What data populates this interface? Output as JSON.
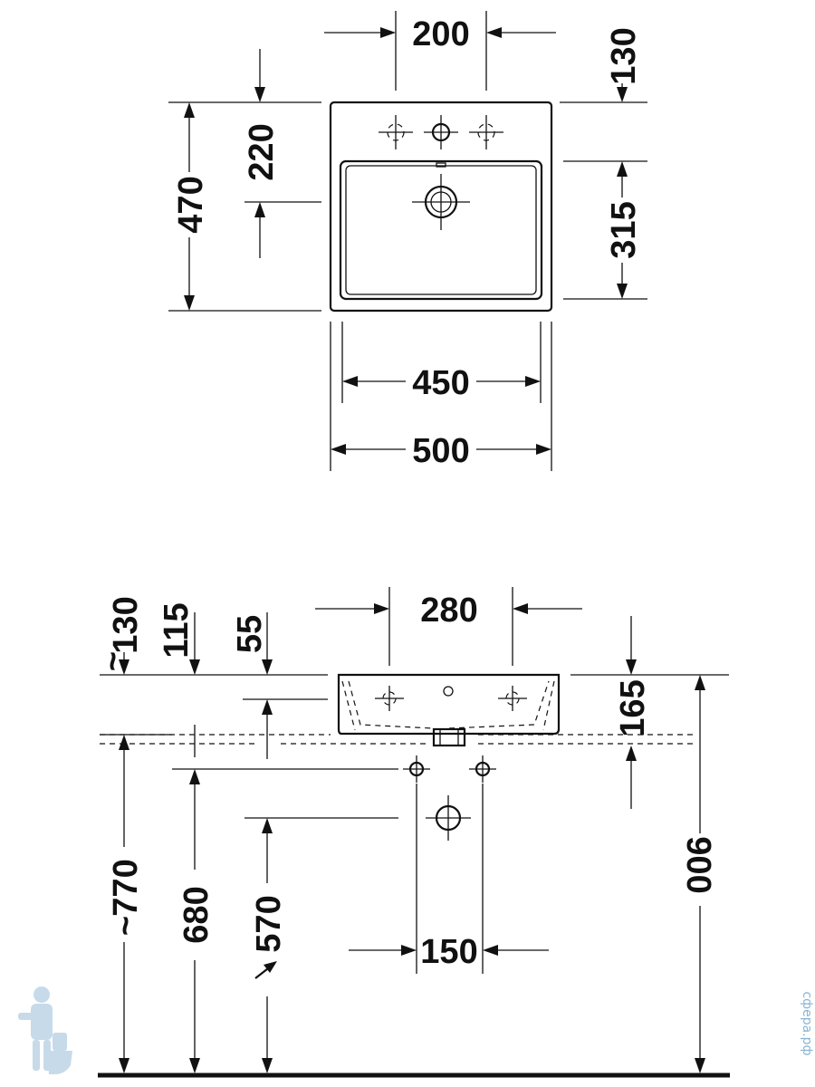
{
  "plan_view": {
    "tap_spacing": "200",
    "rim_to_tap_axis": "130",
    "outer_depth": "470",
    "tap_to_outlet": "220",
    "bowl_depth": "315",
    "bowl_width": "450",
    "outer_width": "500"
  },
  "elevation_view": {
    "top_130": "130",
    "top_115": "115",
    "top_55": "55",
    "trap_width": "280",
    "basin_height": "165",
    "supply_spacing": "150",
    "height_770": "770",
    "height_680": "680",
    "height_570": "570",
    "height_900": "900",
    "tilde_symbol": "~"
  },
  "watermark": "сфера.рф",
  "colors": {
    "line": "#111111",
    "background": "#ffffff",
    "watermark": "#8ab4d4"
  }
}
